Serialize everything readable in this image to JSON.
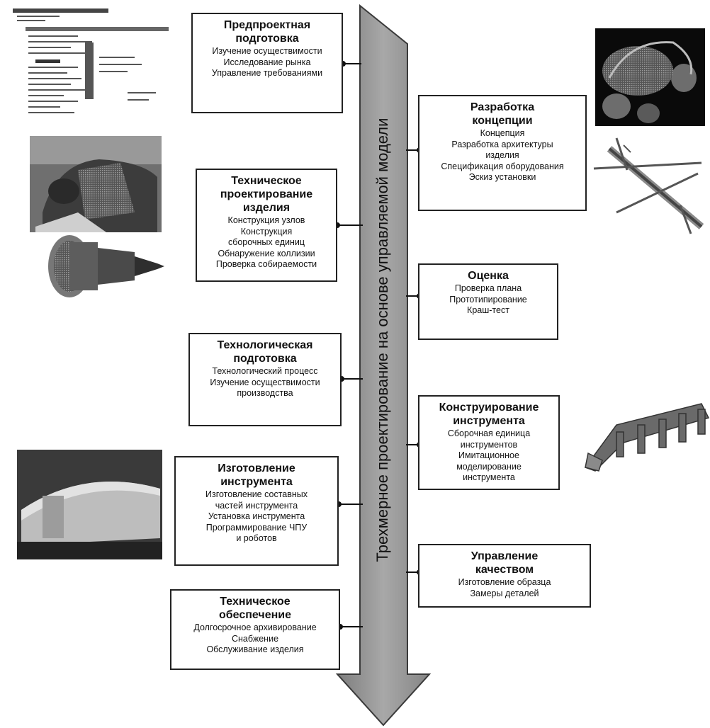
{
  "arrow": {
    "label": "Трехмерное проектирование на основе управляемой модели"
  },
  "left_boxes": [
    {
      "title": "Предпроектная\nподготовка",
      "items": [
        "Изучение осуществимости",
        "Исследование рынка",
        "Управление требованиями"
      ]
    },
    {
      "title": "Техническое\nпроектирование\nизделия",
      "items": [
        "Конструкция узлов",
        "Конструкция\nсборочных единиц",
        "Обнаружение коллизии",
        "Проверка собираемости"
      ]
    },
    {
      "title": "Технологическая\nподготовка",
      "items": [
        "Технологический процесс",
        "Изучение осуществимости\nпроизводства"
      ]
    },
    {
      "title": "Изготовление\nинструмента",
      "items": [
        "Изготовление составных\nчастей инструмента",
        "Установка инструмента",
        "Программирование ЧПУ\nи роботов"
      ]
    },
    {
      "title": "Техническое\nобеспечение",
      "items": [
        "Долгосрочное архивирование",
        "Снабжение",
        "Обслуживание изделия"
      ]
    }
  ],
  "right_boxes": [
    {
      "title": "Разработка\nконцепции",
      "items": [
        "Концепция",
        "Разработка архитектуры\nизделия",
        "Спецификация оборудования",
        "Эскиз установки"
      ]
    },
    {
      "title": "Оценка",
      "items": [
        "Проверка плана",
        "Прототипирование",
        "Краш-тест"
      ]
    },
    {
      "title": "Конструирование\nинструмента",
      "items": [
        "Сборочная единица\nинструментов",
        "Имитационное\nмоделирование\nинструмента"
      ]
    },
    {
      "title": "Управление\nкачеством",
      "items": [
        "Изготовление образца",
        "Замеры деталей"
      ]
    }
  ],
  "images": [
    {
      "name": "software-screenshot-thumbnail"
    },
    {
      "name": "car-interior-cad-thumbnail"
    },
    {
      "name": "jet-engine-cad-thumbnail"
    },
    {
      "name": "tooling-die-photo-thumbnail"
    },
    {
      "name": "vehicle-cad-model-thumbnail"
    },
    {
      "name": "aircraft-wireframe-thumbnail"
    },
    {
      "name": "fixture-assembly-cad-thumbnail"
    }
  ],
  "colors": {
    "arrow_fill": "#9a9a9a",
    "arrow_stroke": "#3a3a3a",
    "box_border": "#222222",
    "connector": "#111111"
  }
}
